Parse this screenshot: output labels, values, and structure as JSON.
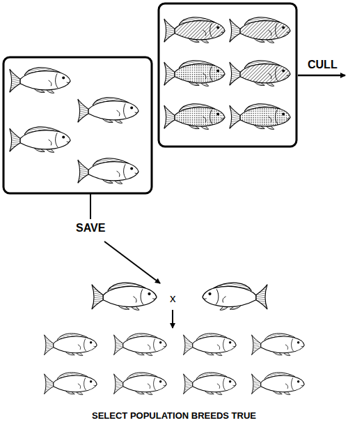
{
  "diagram": {
    "caption": "SELECT POPULATION BREEDS TRUE",
    "labels": [
      "CULL",
      "SAVE",
      "x"
    ]
  }
}
